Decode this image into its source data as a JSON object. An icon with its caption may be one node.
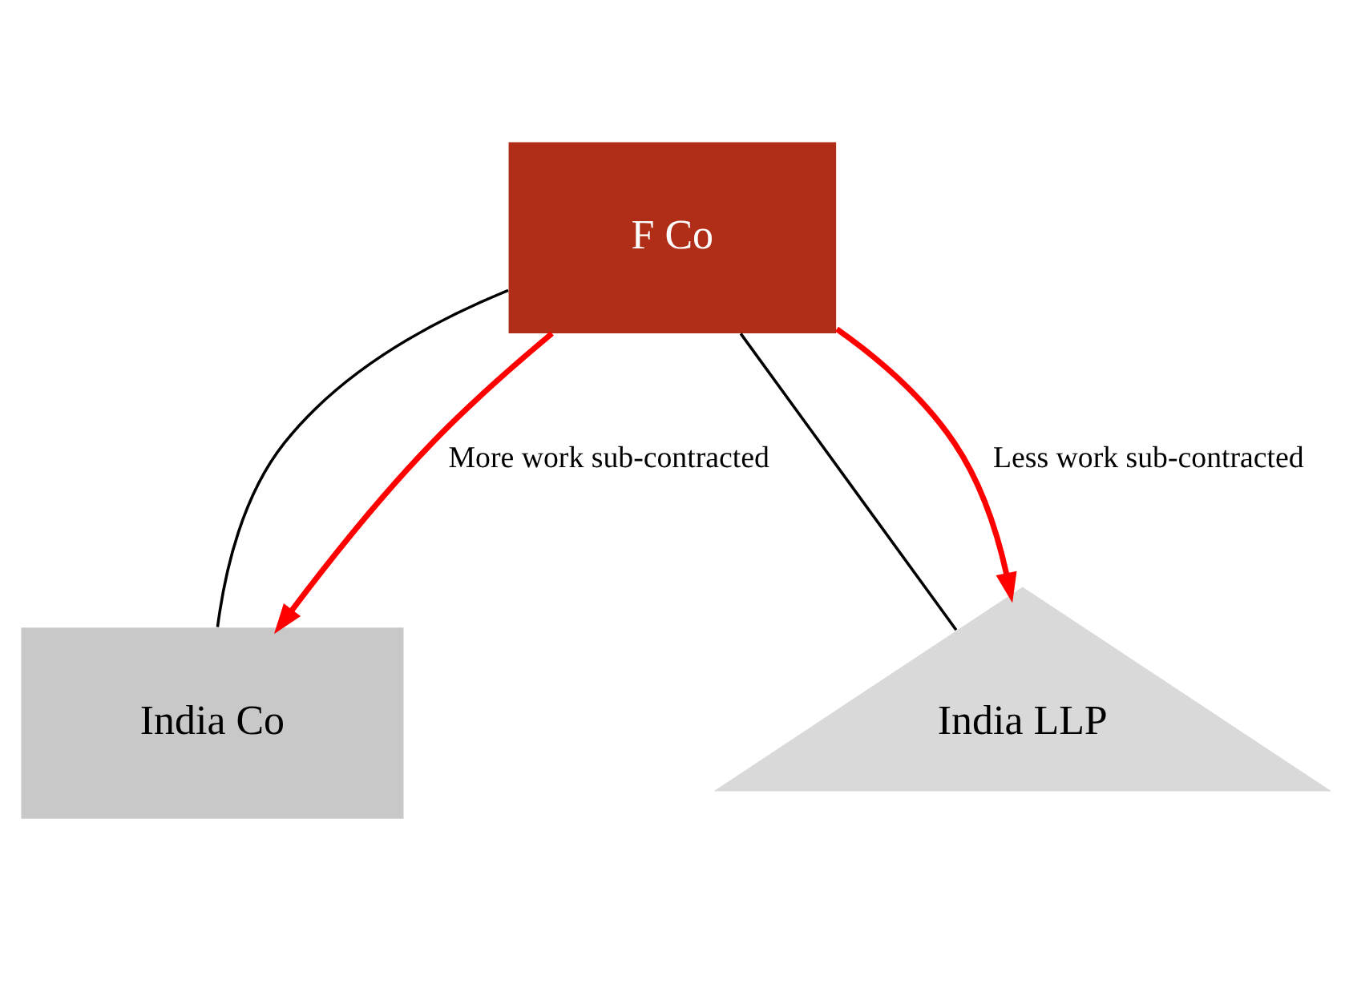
{
  "diagram": {
    "nodes": [
      {
        "text": [
          "F Co"
        ]
      },
      {
        "text": [
          "India Co"
        ]
      },
      {
        "text": [
          "India LLP"
        ]
      }
    ],
    "edges": [
      {
        "from": 0,
        "to": 1,
        "arrow": "none"
      },
      {
        "from": 0,
        "to": 2,
        "arrow": "none"
      },
      {
        "from": 0,
        "to": 1,
        "arrow": "to",
        "label": "More work sub-contracted",
        "style": "thick",
        "color": "#ff0000"
      },
      {
        "from": 0,
        "to": 2,
        "arrow": "to",
        "label": "Less work sub-contracted",
        "style": "thick",
        "color": "#ff0000"
      }
    ]
  }
}
